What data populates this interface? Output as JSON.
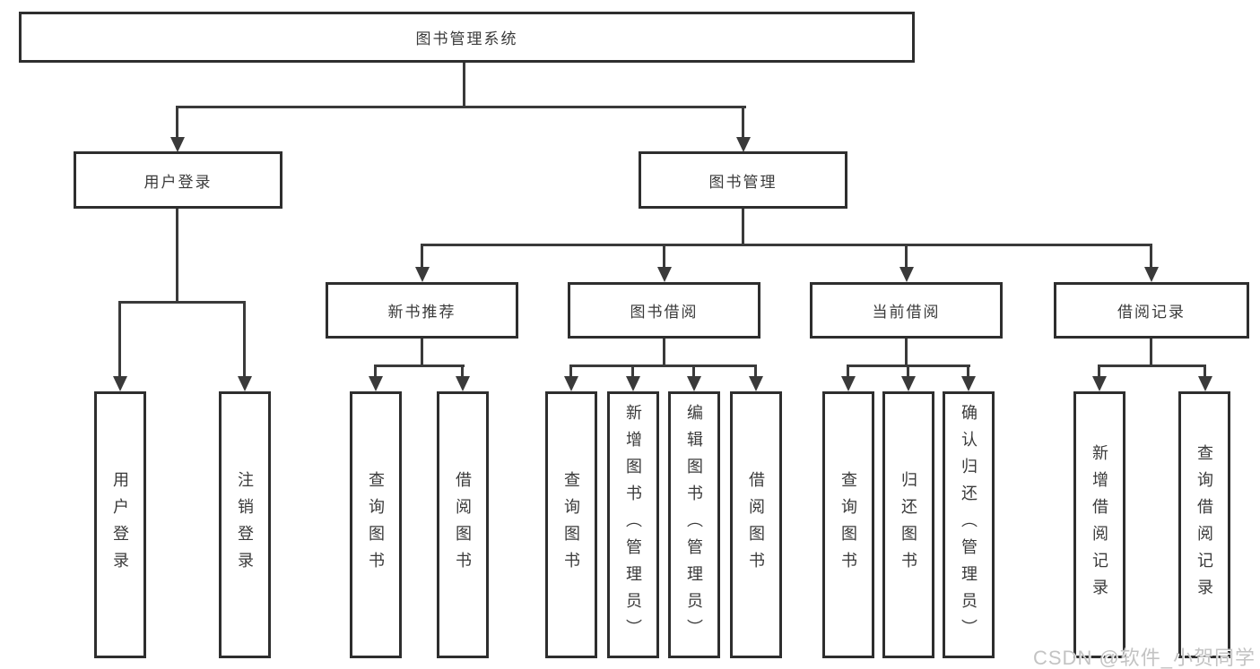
{
  "root": {
    "label": "图书管理系统"
  },
  "branches": {
    "user_login": {
      "label": "用户登录",
      "children": [
        "用户登录",
        "注销登录"
      ]
    },
    "book_management": {
      "label": "图书管理",
      "sections": [
        {
          "label": "新书推荐",
          "children": [
            "查询图书",
            "借阅图书"
          ]
        },
        {
          "label": "图书借阅",
          "children": [
            "查询图书",
            "新增图书（管理员）",
            "编辑图书（管理员）",
            "借阅图书"
          ]
        },
        {
          "label": "当前借阅",
          "children": [
            "查询图书",
            "归还图书",
            "确认归还（管理员）"
          ]
        },
        {
          "label": "借阅记录",
          "children": [
            "新增借阅记录",
            "查询借阅记录"
          ]
        }
      ]
    }
  },
  "watermark": "CSDN @软件_小贺同学",
  "colors": {
    "line": "#3a3a3a",
    "border": "#2e2e2e",
    "text": "#3a3a3a",
    "watermark": "#c3c3c3",
    "background": "#ffffff"
  }
}
